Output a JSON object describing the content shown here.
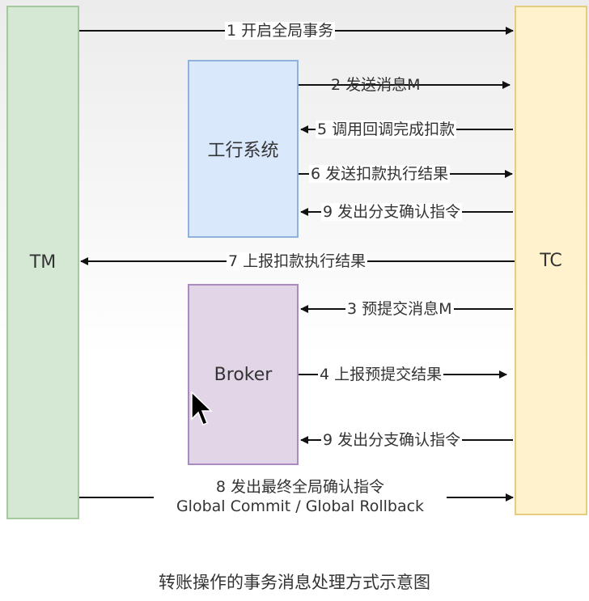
{
  "boxes": {
    "tm": "TM",
    "tc": "TC",
    "icbc": "工行系统",
    "broker": "Broker"
  },
  "arrows": {
    "a1": "1 开启全局事务",
    "a2": "2 发送消息M",
    "a5": "5 调用回调完成扣款",
    "a6": "6 发送扣款执行结果",
    "a9a": "9 发出分支确认指令",
    "a7": "7 上报扣款执行结果",
    "a3": "3 预提交消息M",
    "a4": "4 上报预提交结果",
    "a9b": "9 发出分支确认指令",
    "a8_line1": "8 发出最终全局确认指令",
    "a8_line2": "Global Commit / Global Rollback"
  },
  "caption": "转账操作的事务消息处理方式示意图",
  "colors": {
    "tm_fill": "#d5e8d4",
    "tc_fill": "#fff2cc",
    "icbc_fill": "#dae8fc",
    "broker_fill": "#e1d5e7"
  }
}
